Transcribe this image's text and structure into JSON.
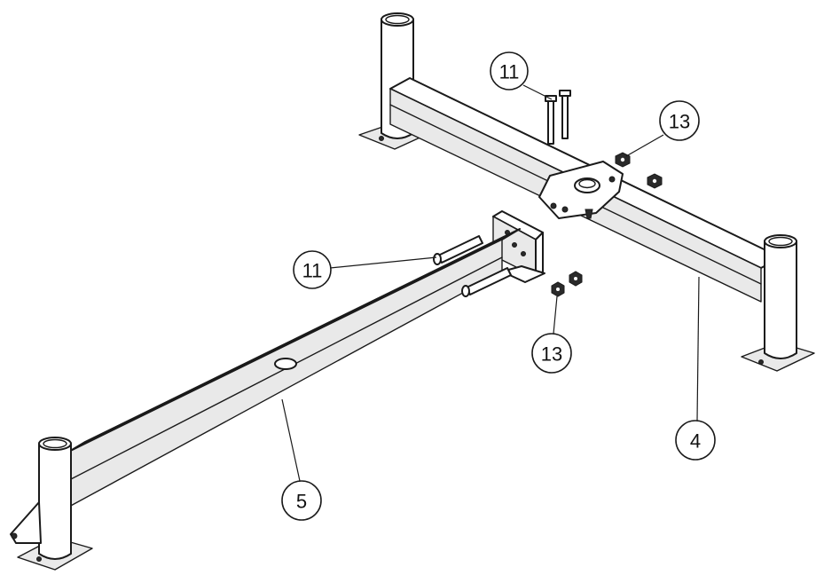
{
  "callouts": {
    "bolts_top": "11",
    "nuts_top": "13",
    "bolts_side": "11",
    "nuts_bottom": "13",
    "front_frame": "4",
    "rear_leg": "5"
  }
}
